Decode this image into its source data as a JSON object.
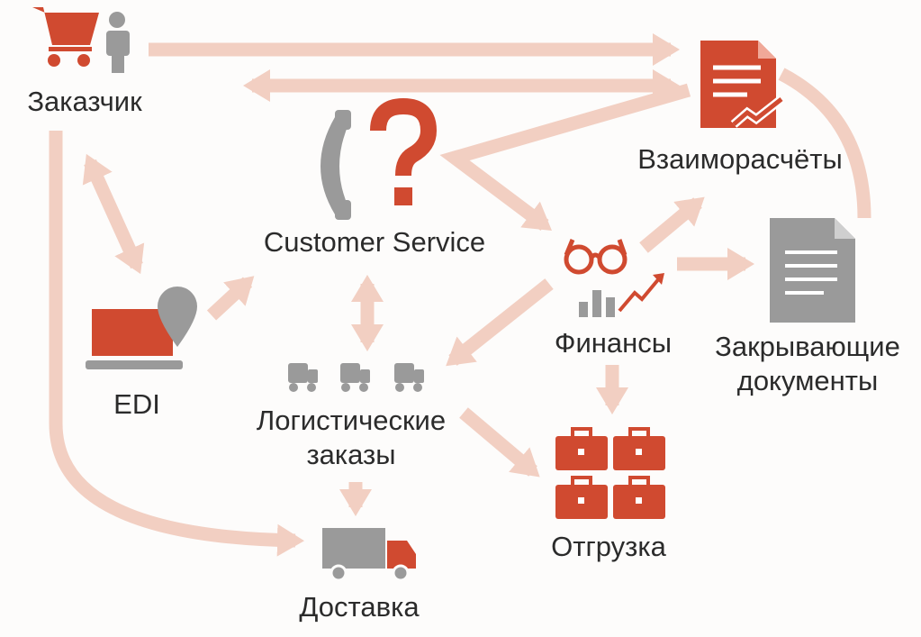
{
  "colors": {
    "accent": "#d04a30",
    "icon_gray": "#9a9a9a",
    "arrow": "#f2cfc2",
    "text": "#2b2b2b"
  },
  "nodes": {
    "customer": {
      "label": "Заказчик",
      "icons": [
        "shopping-cart-icon",
        "person-icon"
      ]
    },
    "settlements": {
      "label": "Взаиморасчёты",
      "icons": [
        "signed-document-icon"
      ]
    },
    "customer_service": {
      "label": "Customer Service",
      "icons": [
        "phone-icon",
        "question-mark-icon"
      ]
    },
    "edi": {
      "label": "EDI",
      "icons": [
        "laptop-icon",
        "location-pin-icon"
      ]
    },
    "finance": {
      "label": "Финансы",
      "icons": [
        "glasses-icon",
        "growth-chart-icon"
      ]
    },
    "closing_docs": {
      "label_line1": "Закрывающие",
      "label_line2": "документы",
      "icons": [
        "document-icon"
      ]
    },
    "logistics": {
      "label_line1": "Логистические",
      "label_line2": "заказы",
      "icons": [
        "truck-icon",
        "truck-icon",
        "truck-icon"
      ]
    },
    "shipment": {
      "label": "Отгрузка",
      "icons": [
        "suitcase-icon"
      ]
    },
    "delivery": {
      "label": "Доставка",
      "icons": [
        "delivery-truck-icon"
      ]
    }
  }
}
